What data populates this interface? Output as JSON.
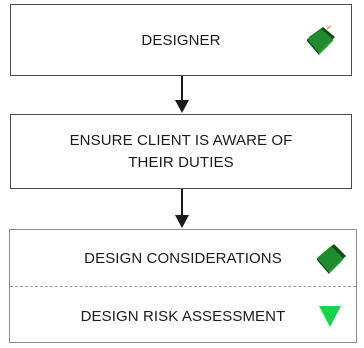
{
  "nodes": {
    "designer": "DESIGNER",
    "ensure_line1": "ENSURE CLIENT IS AWARE OF",
    "ensure_line2": "THEIR DUTIES",
    "design_considerations": "DESIGN CONSIDERATIONS",
    "design_risk_assessment": "DESIGN RISK ASSESSMENT"
  },
  "icons": {
    "book": "book-icon",
    "triangle": "green-triangle-icon"
  },
  "colors": {
    "book_green": "#1f8a2e",
    "book_dark": "#0d4d17",
    "triangle_green": "#17d34b",
    "border": "#4a4a4a",
    "arrow": "#1a1a1a"
  }
}
